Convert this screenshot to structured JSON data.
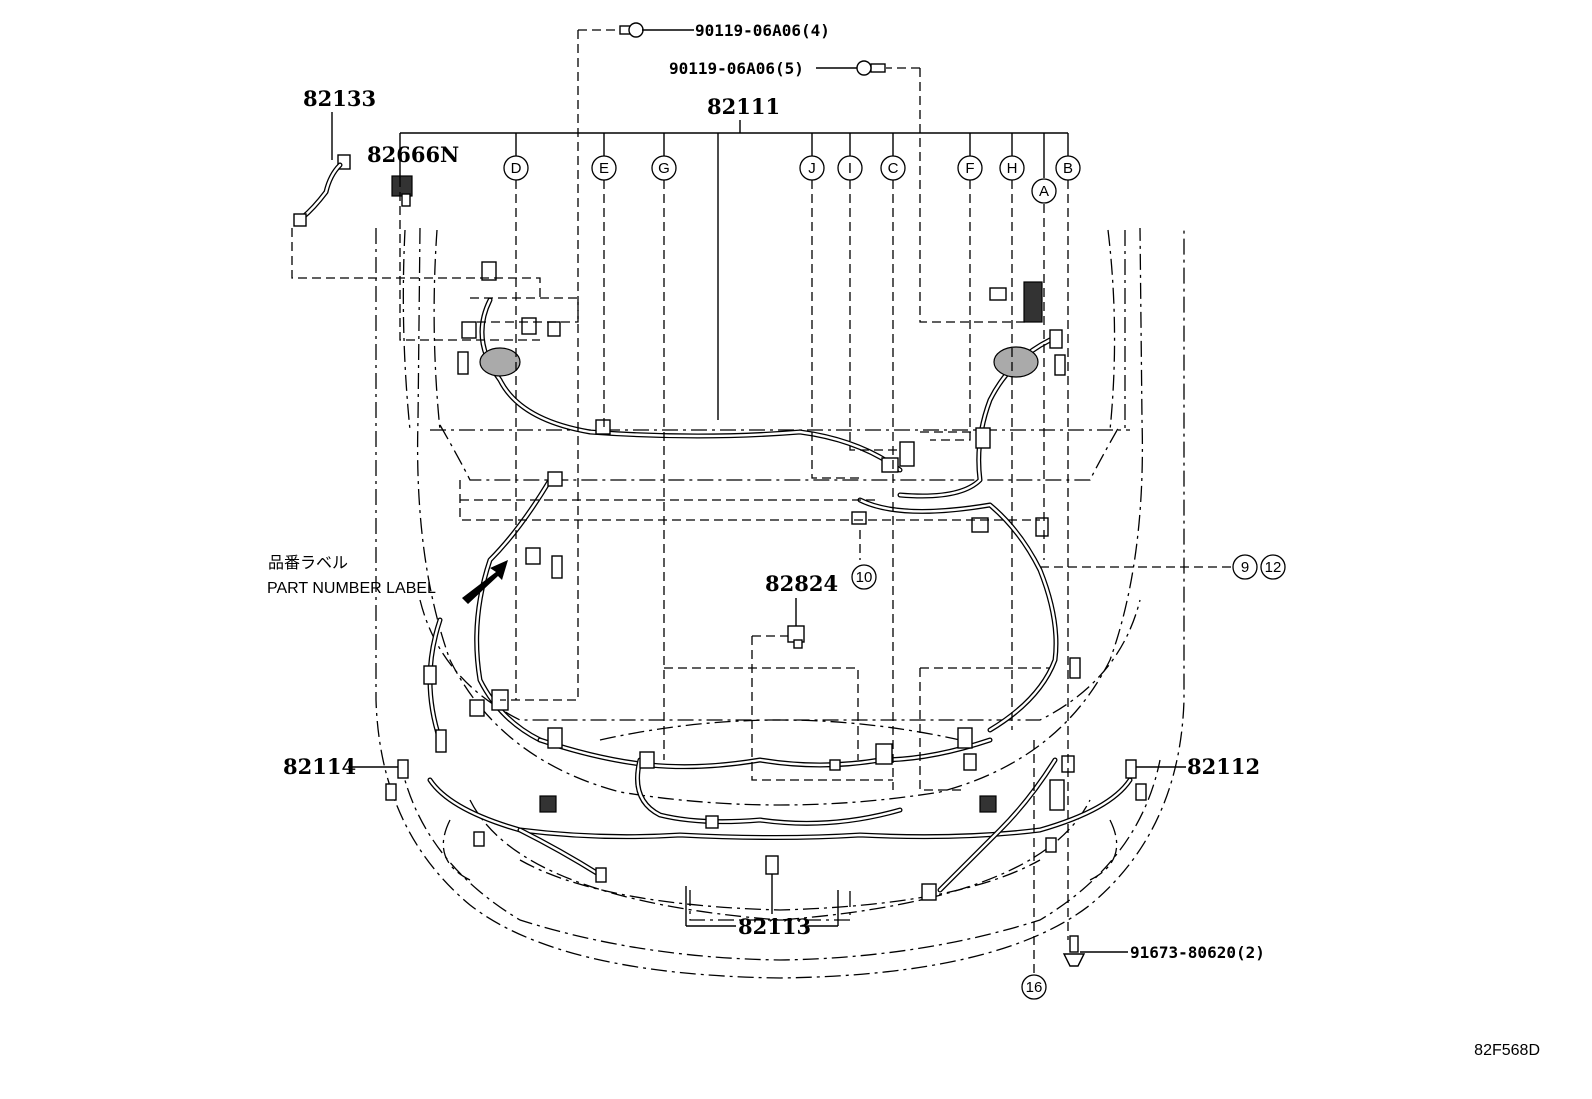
{
  "parts": {
    "p82133": "82133",
    "p82666n": "82666N",
    "p82111": "82111",
    "p82824": "82824",
    "p82114": "82114",
    "p82112": "82112",
    "p82113": "82113",
    "bolt_top_left": "90119-06A06(4)",
    "bolt_top_right": "90119-06A06(5)",
    "bolt_bottom": "91673-80620(2)"
  },
  "callouts": {
    "D": "D",
    "E": "E",
    "G": "G",
    "J": "J",
    "I": "I",
    "C": "C",
    "F": "F",
    "H": "H",
    "A": "A",
    "B": "B"
  },
  "numbered_callouts": {
    "n9": "9",
    "n12": "12",
    "n10": "10",
    "n16": "16"
  },
  "labels": {
    "part_label_jp": "品番ラベル",
    "part_label_en": "PART NUMBER LABEL"
  },
  "diagram_ref": "82F568D"
}
